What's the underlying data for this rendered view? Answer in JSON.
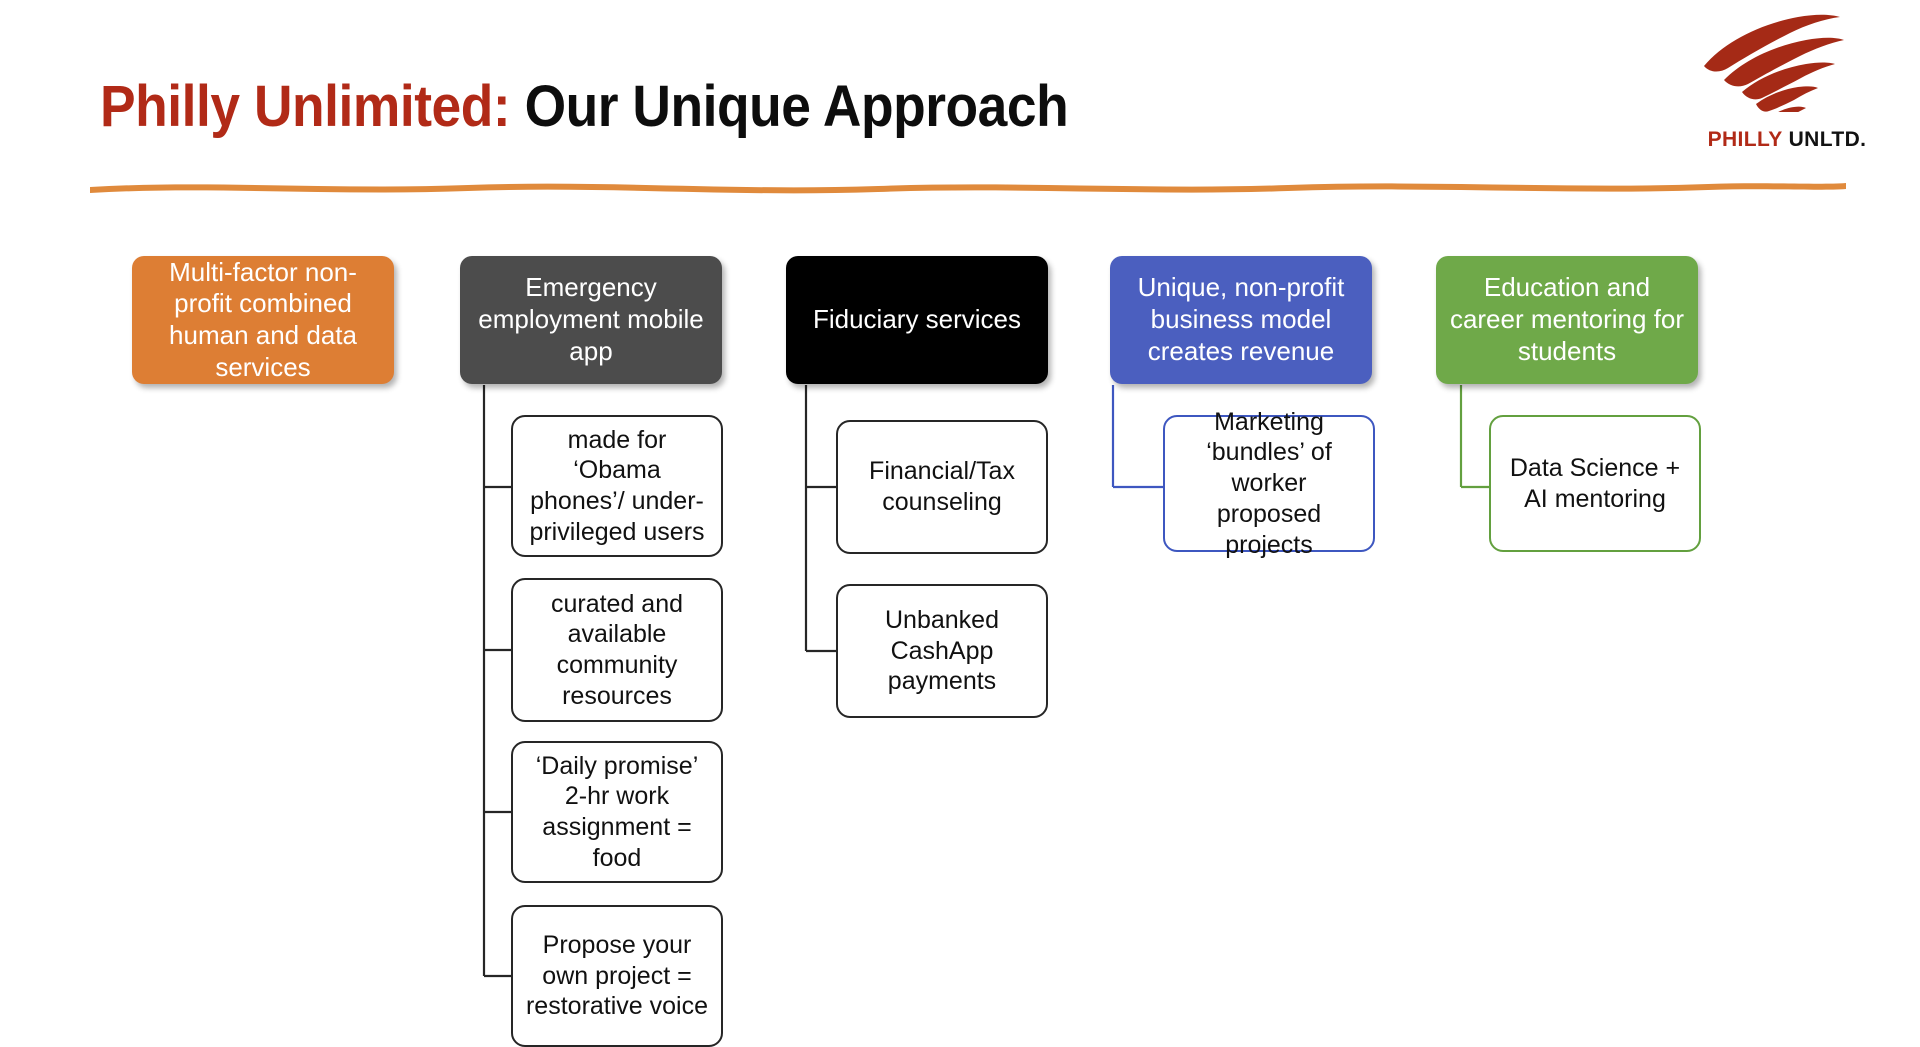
{
  "header": {
    "title_accent": "Philly Unlimited:",
    "title_main": " Our Unique Approach",
    "underline_color": "#E08A3C"
  },
  "logo": {
    "mark_name": "wing-swoosh-logo",
    "mark_color": "#A52A16",
    "text_red": "PHILLY",
    "text_black": " UNLTD."
  },
  "diagram": {
    "type": "tree",
    "columns": [
      {
        "id": "col-orange",
        "parent": {
          "label": "Multi-factor non-profit combined human and data services",
          "color": "#DD7E34",
          "text_color": "#FFFFFF"
        },
        "children": []
      },
      {
        "id": "col-gray",
        "parent": {
          "label": "Emergency employment mobile app",
          "color": "#4C4C4C",
          "text_color": "#FFFFFF"
        },
        "children": [
          {
            "label": "made for ‘Obama phones’/ under-privileged users",
            "border_color": "#262626"
          },
          {
            "label": "curated and available community resources",
            "border_color": "#262626"
          },
          {
            "label": "‘Daily promise’ 2-hr work assignment = food",
            "border_color": "#262626"
          },
          {
            "label": "Propose your own project = restorative voice",
            "border_color": "#262626"
          }
        ]
      },
      {
        "id": "col-black",
        "parent": {
          "label": "Fiduciary services",
          "color": "#000000",
          "text_color": "#FFFFFF"
        },
        "children": [
          {
            "label": "Financial/Tax counseling",
            "border_color": "#262626"
          },
          {
            "label": "Unbanked CashApp payments",
            "border_color": "#262626"
          }
        ]
      },
      {
        "id": "col-blue",
        "parent": {
          "label": "Unique, non-profit business model creates revenue",
          "color": "#4B5FBF",
          "text_color": "#FFFFFF"
        },
        "children": [
          {
            "label": "Marketing ‘bundles’ of worker proposed projects",
            "border_color": "#3E57C0"
          }
        ]
      },
      {
        "id": "col-green",
        "parent": {
          "label": "Education and career mentoring for students",
          "color": "#6FA949",
          "text_color": "#FFFFFF"
        },
        "children": [
          {
            "label": "Data Science + AI mentoring",
            "border_color": "#63A03F"
          }
        ]
      }
    ]
  }
}
